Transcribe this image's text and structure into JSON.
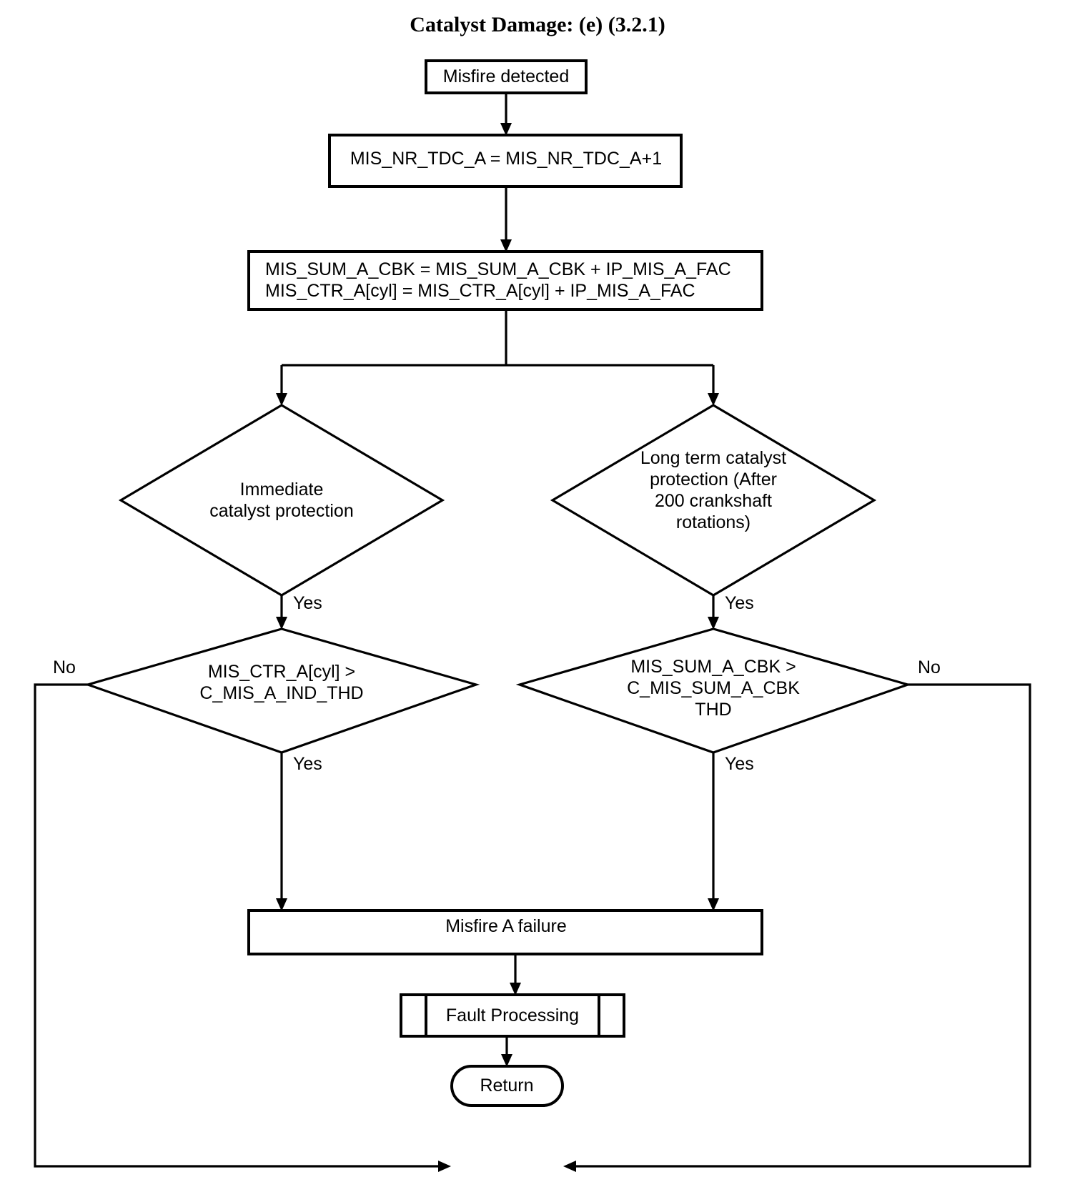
{
  "title": "Catalyst Damage: (e) (3.2.1)",
  "diagram": {
    "type": "flowchart",
    "nodes": {
      "start": {
        "label": "Misfire detected",
        "shape": "process"
      },
      "increment": {
        "label": "MIS_NR_TDC_A = MIS_NR_TDC_A+1",
        "shape": "process"
      },
      "accumulate": {
        "label": "MIS_SUM_A_CBK = MIS_SUM_A_CBK + IP_MIS_A_FAC\nMIS_CTR_A[cyl] = MIS_CTR_A[cyl] + IP_MIS_A_FAC",
        "shape": "process"
      },
      "immediate_protection": {
        "label": "Immediate\ncatalyst protection",
        "shape": "decision"
      },
      "long_term_protection": {
        "label": "Long term catalyst\nprotection (After\n200 crankshaft\nrotations)",
        "shape": "decision"
      },
      "ctr_threshold": {
        "label": "MIS_CTR_A[cyl] >\nC_MIS_A_IND_THD",
        "shape": "decision"
      },
      "sum_threshold": {
        "label": "MIS_SUM_A_CBK >\nC_MIS_SUM_A_CBK\nTHD",
        "shape": "decision"
      },
      "failure": {
        "label": "Misfire A failure",
        "shape": "process"
      },
      "fault_processing": {
        "label": "Fault Processing",
        "shape": "predefined-process"
      },
      "return": {
        "label": "Return",
        "shape": "terminator"
      }
    },
    "edge_labels": {
      "immediate_yes": "Yes",
      "long_term_yes": "Yes",
      "ctr_yes": "Yes",
      "ctr_no": "No",
      "sum_yes": "Yes",
      "sum_no": "No"
    }
  },
  "colors": {
    "stroke": "#000000",
    "fill": "#ffffff",
    "text": "#000000"
  }
}
